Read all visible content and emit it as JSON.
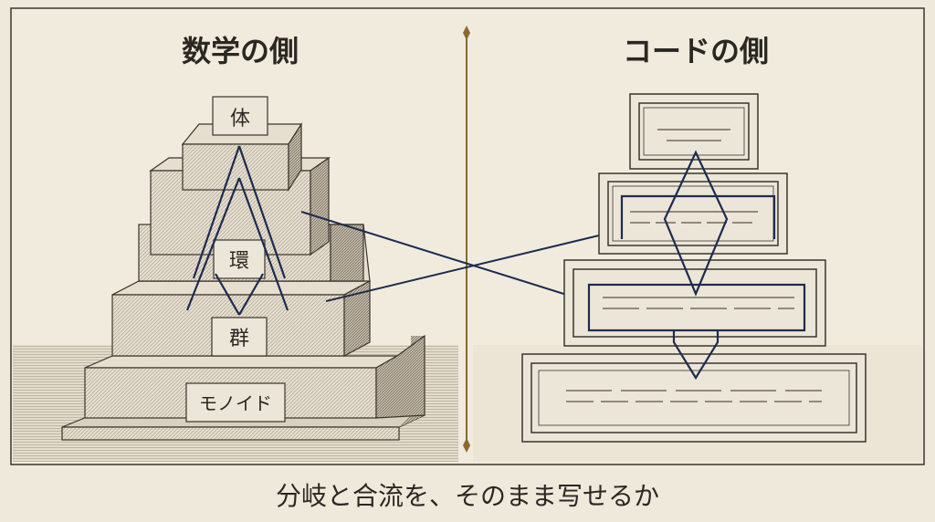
{
  "left_panel": {
    "title": "数学の側"
  },
  "right_panel": {
    "title": "コードの側"
  },
  "pyramid_labels": {
    "top": "体",
    "second": "環",
    "third": "群",
    "base": "モノイド"
  },
  "caption": "分岐と合流を、そのまま写せるか",
  "colors": {
    "background": "#efe9dc",
    "ink": "#2b2722",
    "connector": "#1e2b4f",
    "divider": "#8a6a2e"
  }
}
